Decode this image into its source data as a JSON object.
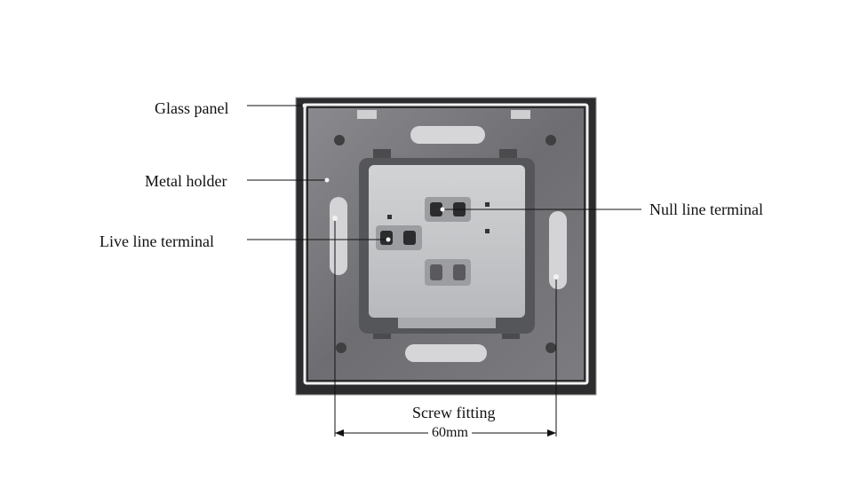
{
  "labels": {
    "glass_panel": "Glass panel",
    "metal_holder": "Metal holder",
    "live_line_terminal": "Live line  terminal",
    "null_line_terminal": "Null line  terminal",
    "screw_fitting": "Screw fitting",
    "dimension": "60mm"
  },
  "colors": {
    "glass_panel": "#2c2c2e",
    "metal_holder": "#747478",
    "socket_body": "#c4c5c7",
    "frame_line": "#f2f2f2",
    "leader_line": "#111111"
  }
}
